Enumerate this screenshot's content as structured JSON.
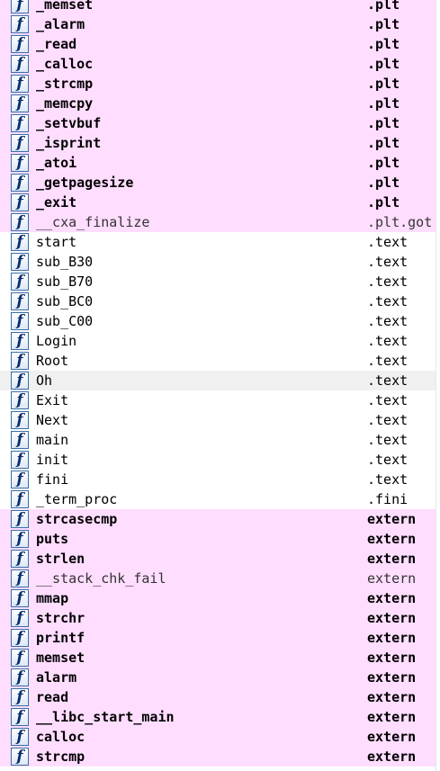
{
  "functions": [
    {
      "name": "_memset",
      "segment": ".plt",
      "style": "pink-bold"
    },
    {
      "name": "_alarm",
      "segment": ".plt",
      "style": "pink-bold"
    },
    {
      "name": "_read",
      "segment": ".plt",
      "style": "pink-bold"
    },
    {
      "name": "_calloc",
      "segment": ".plt",
      "style": "pink-bold"
    },
    {
      "name": "_strcmp",
      "segment": ".plt",
      "style": "pink-bold"
    },
    {
      "name": "_memcpy",
      "segment": ".plt",
      "style": "pink-bold"
    },
    {
      "name": "_setvbuf",
      "segment": ".plt",
      "style": "pink-bold"
    },
    {
      "name": "_isprint",
      "segment": ".plt",
      "style": "pink-bold"
    },
    {
      "name": "_atoi",
      "segment": ".plt",
      "style": "pink-bold"
    },
    {
      "name": "_getpagesize",
      "segment": ".plt",
      "style": "pink-bold"
    },
    {
      "name": "_exit",
      "segment": ".plt",
      "style": "pink-bold"
    },
    {
      "name": "__cxa_finalize",
      "segment": ".plt.got",
      "style": "pink"
    },
    {
      "name": "start",
      "segment": ".text",
      "style": "white"
    },
    {
      "name": "sub_B30",
      "segment": ".text",
      "style": "white"
    },
    {
      "name": "sub_B70",
      "segment": ".text",
      "style": "white"
    },
    {
      "name": "sub_BC0",
      "segment": ".text",
      "style": "white"
    },
    {
      "name": "sub_C00",
      "segment": ".text",
      "style": "white"
    },
    {
      "name": "Login",
      "segment": ".text",
      "style": "white"
    },
    {
      "name": "Root",
      "segment": ".text",
      "style": "white"
    },
    {
      "name": "Oh",
      "segment": ".text",
      "style": "selected"
    },
    {
      "name": "Exit",
      "segment": ".text",
      "style": "white"
    },
    {
      "name": "Next",
      "segment": ".text",
      "style": "white"
    },
    {
      "name": "main",
      "segment": ".text",
      "style": "white"
    },
    {
      "name": "init",
      "segment": ".text",
      "style": "white"
    },
    {
      "name": "fini",
      "segment": ".text",
      "style": "white"
    },
    {
      "name": "_term_proc",
      "segment": ".fini",
      "style": "white"
    },
    {
      "name": "strcasecmp",
      "segment": "extern",
      "style": "pink-bold"
    },
    {
      "name": "puts",
      "segment": "extern",
      "style": "pink-bold"
    },
    {
      "name": "strlen",
      "segment": "extern",
      "style": "pink-bold"
    },
    {
      "name": "__stack_chk_fail",
      "segment": "extern",
      "style": "pink"
    },
    {
      "name": "mmap",
      "segment": "extern",
      "style": "pink-bold"
    },
    {
      "name": "strchr",
      "segment": "extern",
      "style": "pink-bold"
    },
    {
      "name": "printf",
      "segment": "extern",
      "style": "pink-bold"
    },
    {
      "name": "memset",
      "segment": "extern",
      "style": "pink-bold"
    },
    {
      "name": "alarm",
      "segment": "extern",
      "style": "pink-bold"
    },
    {
      "name": "read",
      "segment": "extern",
      "style": "pink-bold"
    },
    {
      "name": "__libc_start_main",
      "segment": "extern",
      "style": "pink-bold"
    },
    {
      "name": "calloc",
      "segment": "extern",
      "style": "pink-bold"
    },
    {
      "name": "strcmp",
      "segment": "extern",
      "style": "pink-bold"
    }
  ],
  "icon": {
    "glyph": "f",
    "name": "function-icon"
  },
  "colors": {
    "library_row": "#ffddff",
    "regular_row": "#ffffff",
    "selected_row": "#f0f0f0",
    "icon_border": "#3a6ea8",
    "icon_glyph": "#0a2f6e"
  }
}
